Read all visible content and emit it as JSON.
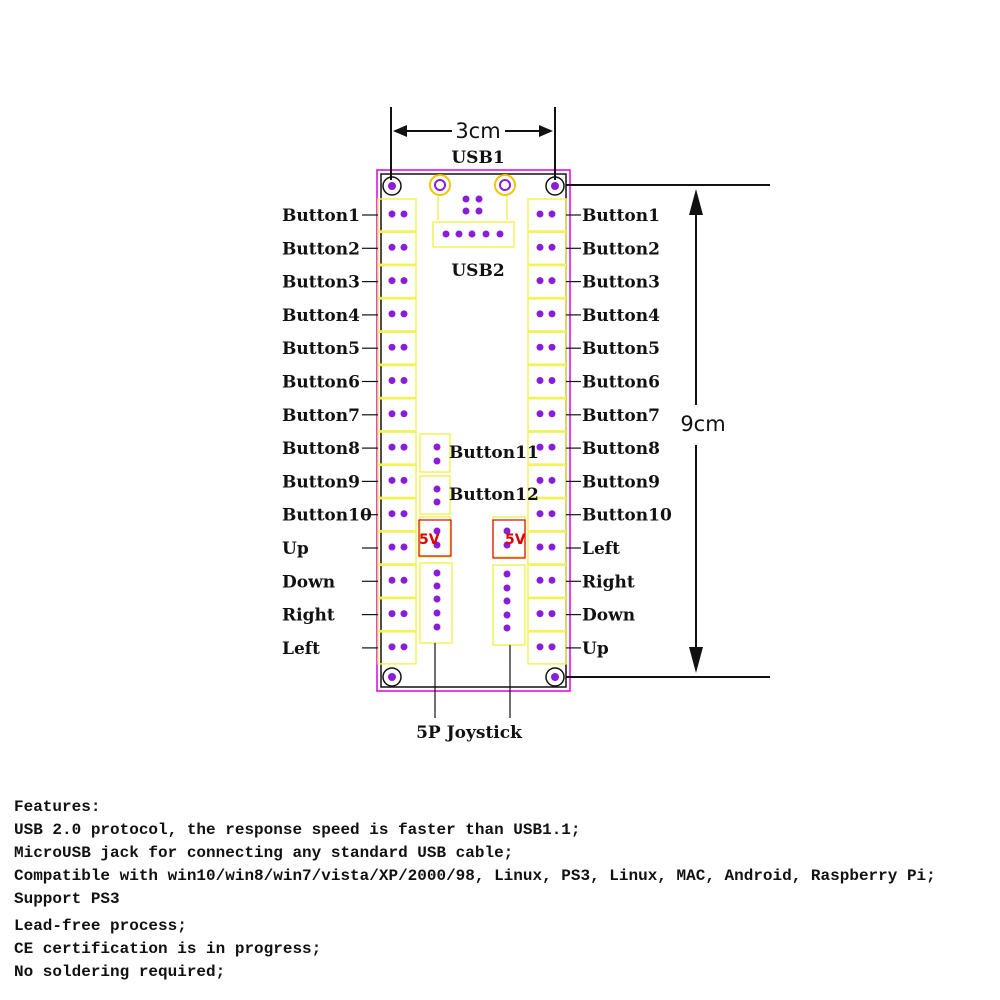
{
  "diagram": {
    "width_label": "3cm",
    "height_label": "9cm",
    "usb1_label": "USB1",
    "usb2_label": "USB2",
    "button11_label": "Button11",
    "button12_label": "Button12",
    "power_left_label": "5V",
    "power_right_label": "5V",
    "joystick_label": "5P Joystick",
    "left_labels": [
      "Button1",
      "Button2",
      "Button3",
      "Button4",
      "Button5",
      "Button6",
      "Button7",
      "Button8",
      "Button9",
      "Button10",
      "Up",
      "Down",
      "Right",
      "Left"
    ],
    "right_labels": [
      "Button1",
      "Button2",
      "Button3",
      "Button4",
      "Button5",
      "Button6",
      "Button7",
      "Button8",
      "Button9",
      "Button10",
      "Left",
      "Right",
      "Down",
      "Up"
    ],
    "colors": {
      "outline": "#e000e0",
      "connector": "#f2f25a",
      "pin": "#8a1ed8",
      "power": "#e00000",
      "line": "#111111"
    }
  },
  "features": {
    "title": "Features:",
    "lines": [
      "USB 2.0 protocol, the response speed is faster than USB1.1;",
      "MicroUSB jack for connecting any standard USB cable;",
      "Compatible with win10/win8/win7/vista/XP/2000/98, Linux, PS3, Linux, MAC, Android, Raspberry Pi;",
      "Support PS3",
      "Lead-free process;",
      "CE certification is in progress;",
      "No soldering required;"
    ]
  }
}
